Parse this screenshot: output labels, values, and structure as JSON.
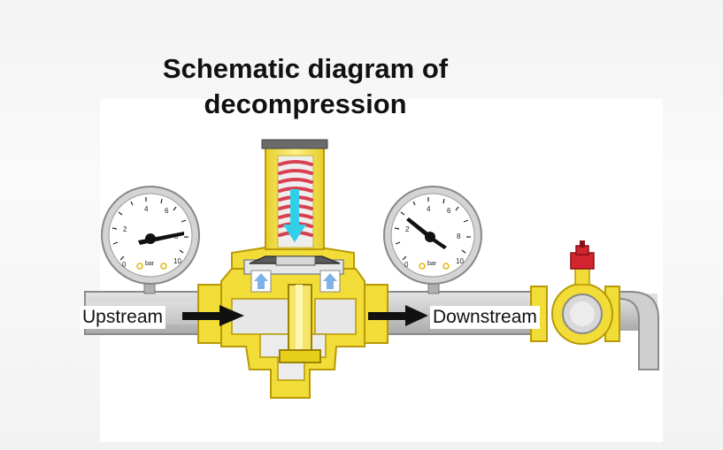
{
  "title": {
    "line1": "Schematic diagram of",
    "line2": "decompression"
  },
  "labels": {
    "upstream": "Upstream",
    "downstream": "Downstream"
  },
  "gauges": {
    "unit": "bar",
    "zero": "0",
    "max": "10",
    "ticks": [
      "2",
      "4",
      "6",
      "8"
    ]
  },
  "colors": {
    "brass": "#f2dc37",
    "brass_edge": "#b79a06",
    "pipe": "#c8c8c8",
    "spring": "#d94050",
    "arrow_blue": "#2fd0e8",
    "valve_red": "#d2252f"
  },
  "icons": {
    "flow_arrow": "right-arrow",
    "pressure_arrow": "up-arrow",
    "spring_force": "down-arrow"
  }
}
